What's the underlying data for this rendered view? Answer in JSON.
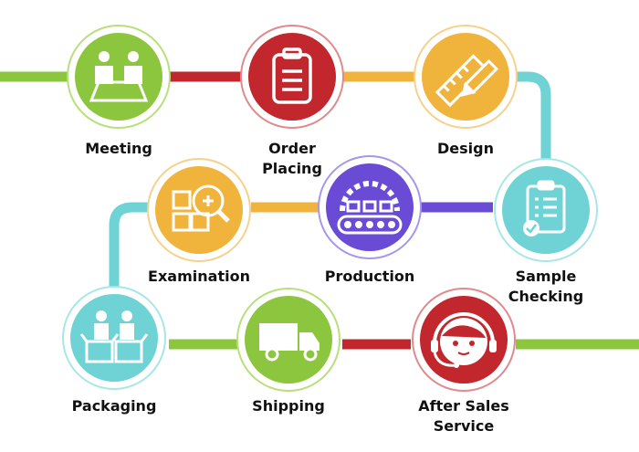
{
  "diagram": {
    "steps": [
      {
        "lines": [
          "Meeting"
        ],
        "color": "#8cc63f",
        "icon": "meeting-icon"
      },
      {
        "lines": [
          "Order",
          "Placing"
        ],
        "color": "#c1272d",
        "icon": "clipboard-icon"
      },
      {
        "lines": [
          "Design"
        ],
        "color": "#f0b43c",
        "icon": "design-tools-icon"
      },
      {
        "lines": [
          "Sample",
          "Checking"
        ],
        "color": "#6fd3d6",
        "icon": "checklist-icon"
      },
      {
        "lines": [
          "Production"
        ],
        "color": "#6a4bd6",
        "icon": "conveyor-gear-icon"
      },
      {
        "lines": [
          "Examination"
        ],
        "color": "#f0b43c",
        "icon": "magnifier-boxes-icon"
      },
      {
        "lines": [
          "Packaging"
        ],
        "color": "#6fd3d6",
        "icon": "packaging-workers-icon"
      },
      {
        "lines": [
          "Shipping"
        ],
        "color": "#8cc63f",
        "icon": "truck-icon"
      },
      {
        "lines": [
          "After Sales",
          "Service"
        ],
        "color": "#c1272d",
        "icon": "headset-agent-icon"
      }
    ]
  }
}
